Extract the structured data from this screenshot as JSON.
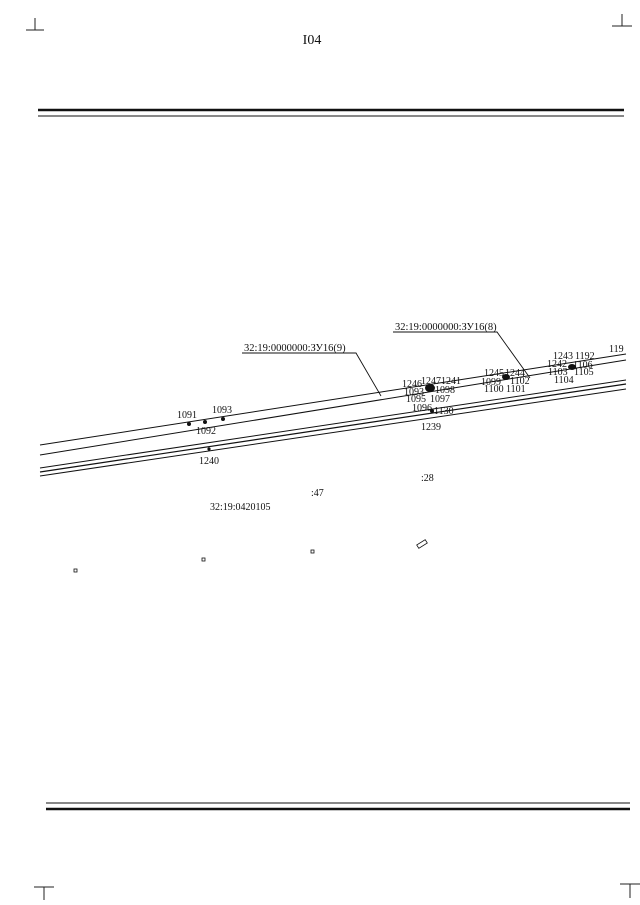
{
  "page_number": "I04",
  "parcel_callouts": [
    {
      "id": "zu9",
      "text": "32:19:0000000:ЗУ16(9)"
    },
    {
      "id": "zu8",
      "text": "32:19:0000000:ЗУ16(8)"
    }
  ],
  "block_label": "32:19:0420105",
  "parcel_numbers": {
    "p47": ":47",
    "p28": ":28"
  },
  "point_labels": {
    "l1091": "1091",
    "l1092": "1092",
    "l1093": "1093",
    "l1240": "1240",
    "l1246": "1246",
    "l1247": "1247",
    "l1241": "1241",
    "l1093b": "1093",
    "l1098": "1098",
    "l1095": "1095",
    "l1097": "1097",
    "l1096": "1096",
    "l1130": "1130",
    "l1239": "1239",
    "l1245": "1245",
    "l1244": "1244",
    "l1099": "1099",
    "l1102": "1102",
    "l1100": "1100",
    "l1101": "1101",
    "l1243": "1243",
    "l1192": "1192",
    "l1242": "1242",
    "l1106": "1106",
    "l1103": "1103",
    "l1105": "1105",
    "l1104": "1104",
    "l119": "119"
  }
}
